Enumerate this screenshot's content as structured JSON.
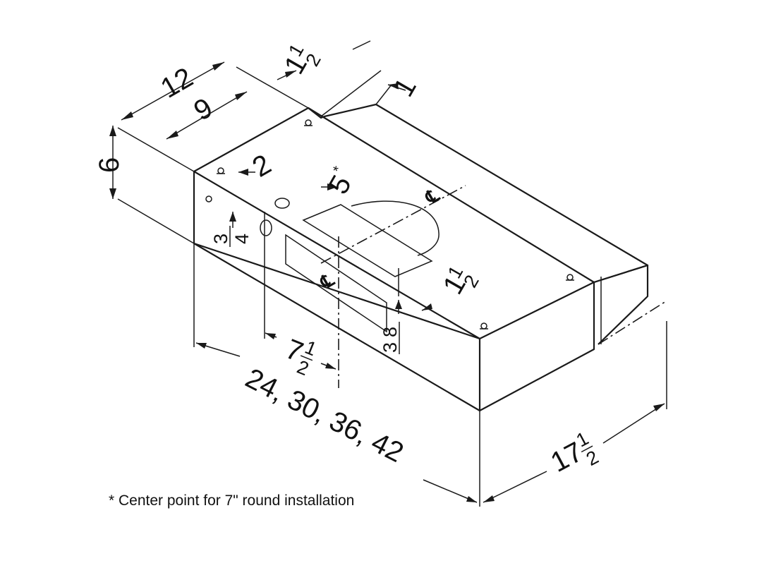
{
  "diagram": {
    "dimensions": {
      "depth_overall": "12",
      "depth_inner": "9",
      "height": "6",
      "top_offset_whole": "1",
      "top_offset_frac_num": "1",
      "top_offset_frac_den": "2",
      "rear_offset": "1",
      "knockout_offset": "2",
      "center_offset": "5",
      "center_note_marker": "*",
      "side_knockout_num": "3",
      "side_knockout_den": "4",
      "front_offset_whole": "1",
      "front_offset_frac_num": "1",
      "front_offset_frac_den": "2",
      "front_bottom_num": "3",
      "front_bottom_den": "8",
      "center_from_side_whole": "7",
      "center_from_side_num": "1",
      "center_from_side_den": "2",
      "widths": "24, 30, 36, 42",
      "width_overall_whole": "17",
      "width_overall_num": "1",
      "width_overall_den": "2"
    },
    "centerline_symbol": "℄",
    "footnote": "* Center point for 7\" round installation"
  }
}
